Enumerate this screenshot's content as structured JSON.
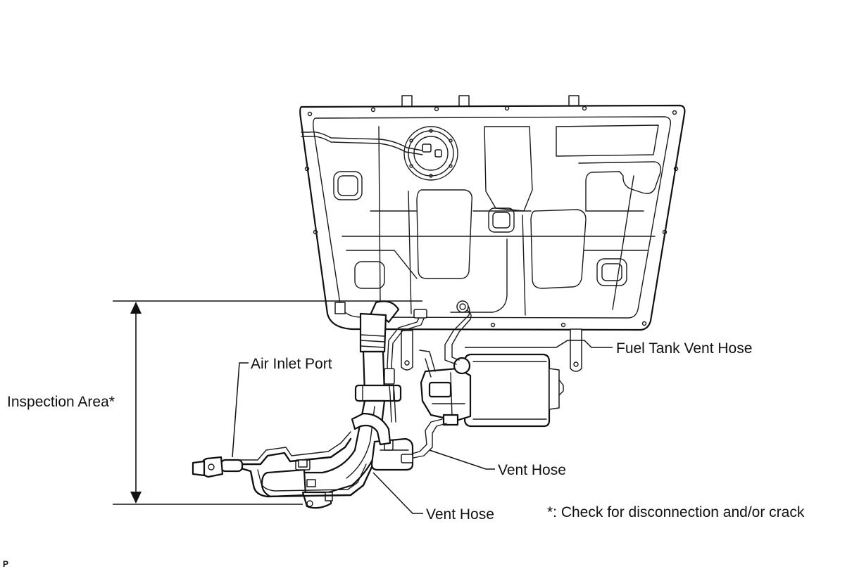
{
  "labels": {
    "fuel_tank_vent_hose": "Fuel Tank Vent Hose",
    "air_inlet_port": "Air Inlet Port",
    "inspection_area": "Inspection Area*",
    "vent_hose_right": "Vent Hose",
    "vent_hose_bottom": "Vent Hose",
    "footnote": "*: Check for disconnection and/or crack",
    "corner_mark": "P"
  }
}
